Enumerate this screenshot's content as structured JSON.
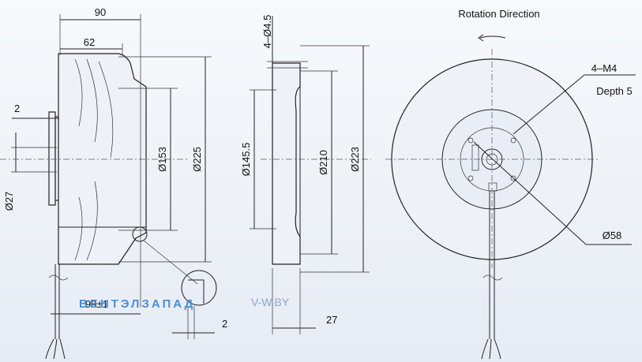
{
  "labels": {
    "top_90": "90",
    "top_62": "62",
    "left_2": "2",
    "left_27": "Ø27",
    "d153": "Ø153",
    "d225": "Ø225",
    "bottom_99": "99±1",
    "bottom_2": "2",
    "top_4_45": "4–Ø4.5",
    "d145": "Ø145.5",
    "d210": "Ø210",
    "d223": "Ø223",
    "bottom_27": "27",
    "rotation": "Rotation  Direction",
    "m4": "4–M4",
    "depth": "Depth 5",
    "d58": "Ø58"
  },
  "watermark": {
    "brand": "ВЕНТЭЛЗАПАД",
    "site": "V-W.BY",
    "brand_color_a": "#4a8fd6",
    "brand_color_b": "#8a8a8a"
  }
}
